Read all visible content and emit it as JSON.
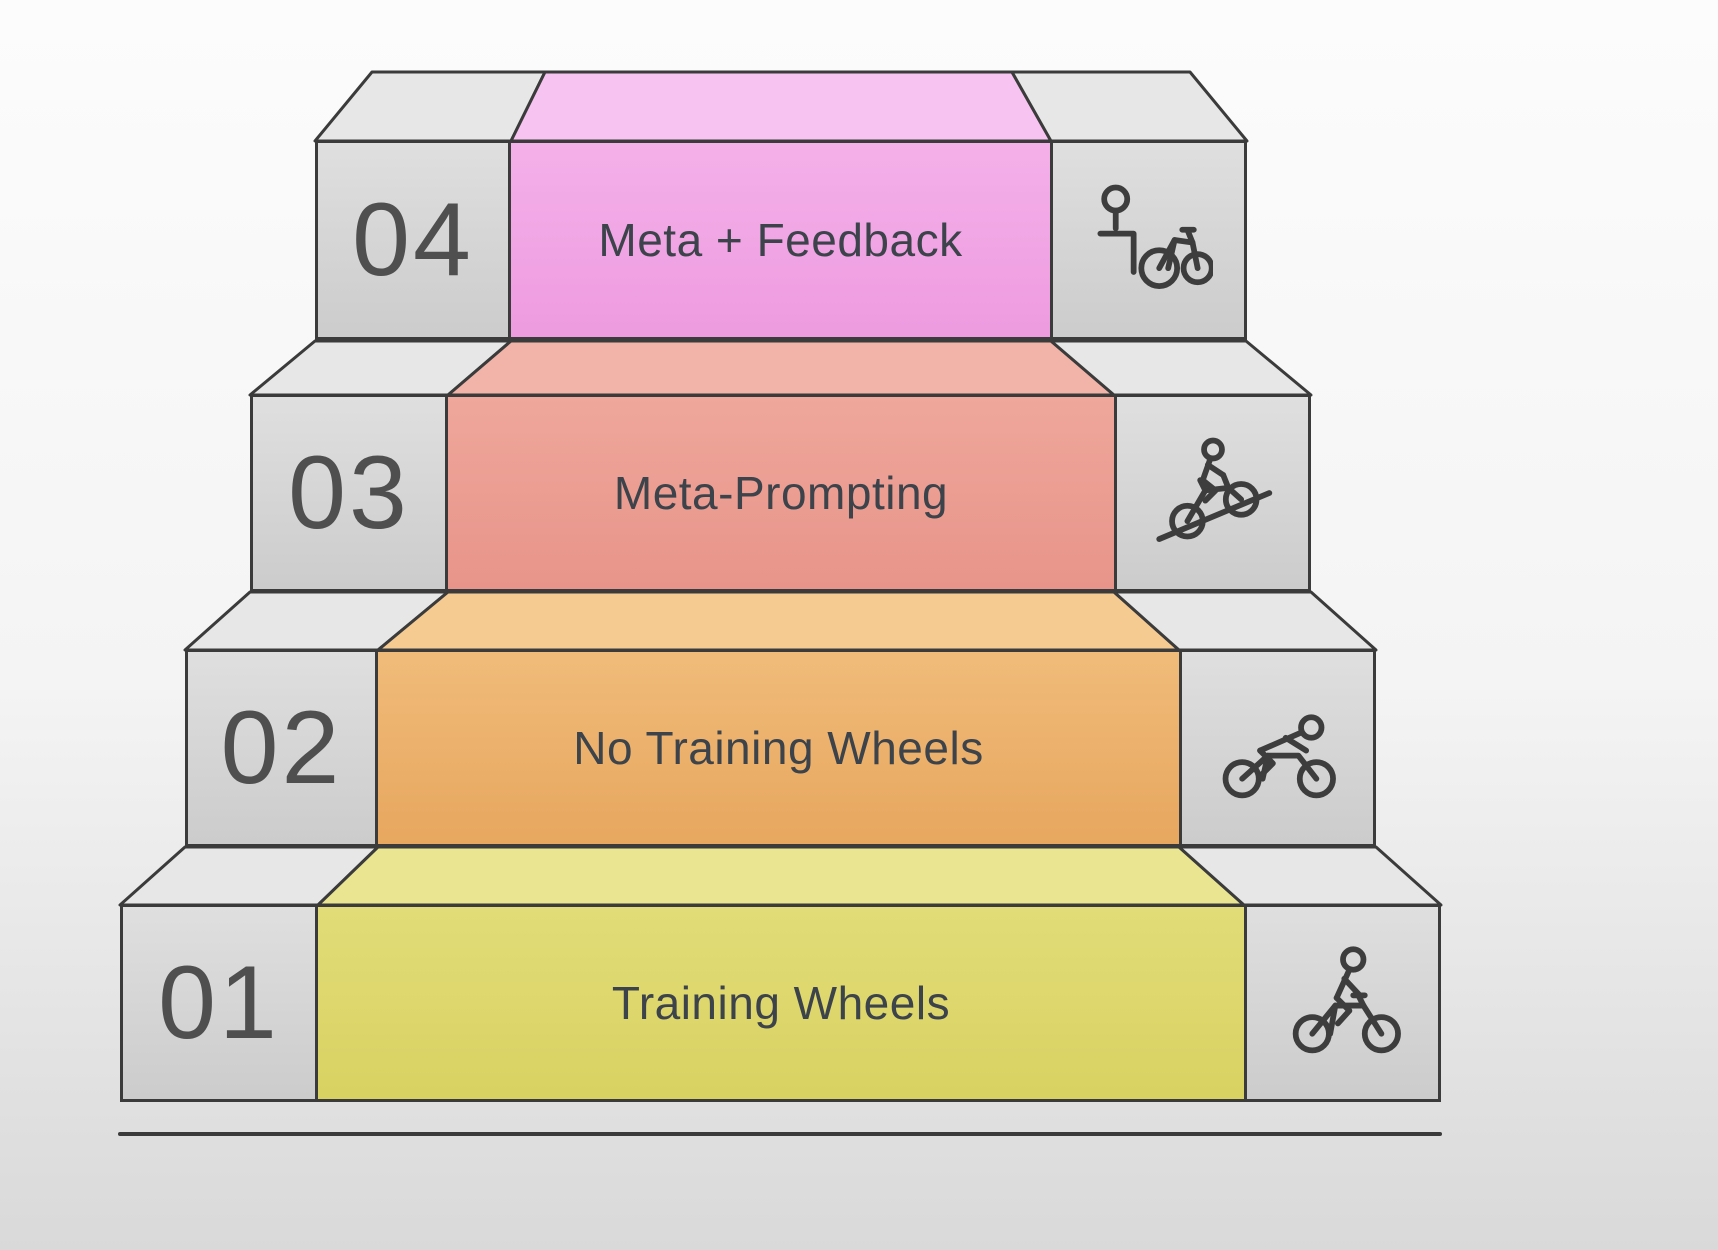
{
  "diagram": {
    "type": "staircase-levels",
    "levels": [
      {
        "number": "04",
        "label": "Meta + Feedback",
        "icon": "person-standing-with-bicycle-icon",
        "front_color": "#f1a3e4",
        "top_color": "#f7c3f0"
      },
      {
        "number": "03",
        "label": "Meta-Prompting",
        "icon": "cyclist-riding-uphill-icon",
        "front_color": "#eb9a8e",
        "top_color": "#f2b4a9"
      },
      {
        "number": "02",
        "label": "No Training Wheels",
        "icon": "cyclist-leaning-forward-icon",
        "front_color": "#ecb06c",
        "top_color": "#f5cb92"
      },
      {
        "number": "01",
        "label": "Training Wheels",
        "icon": "cyclist-riding-icon",
        "front_color": "#ddd76d",
        "top_color": "#eae590"
      }
    ],
    "colors": {
      "side_block_gray": "#d9d9d9",
      "top_face_gray": "#e7e7e7",
      "outline": "#3b3b3b",
      "label_text": "#3d434a",
      "number_text": "#4f4f4f",
      "background_top": "#fbfbfb",
      "background_bottom": "#d9d9d9"
    }
  }
}
